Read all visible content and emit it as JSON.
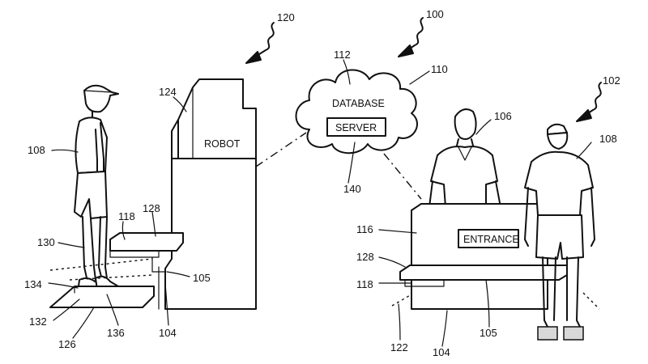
{
  "labels": {
    "robot": "ROBOT",
    "database": "DATABASE",
    "server": "SERVER",
    "entrance": "ENTRANCE"
  },
  "refs": {
    "r100": "100",
    "r102": "102",
    "r104a": "104",
    "r104b": "104",
    "r105a": "105",
    "r105b": "105",
    "r106": "106",
    "r108a": "108",
    "r108b": "108",
    "r110": "110",
    "r112": "112",
    "r116": "116",
    "r118a": "118",
    "r118b": "118",
    "r120": "120",
    "r122": "122",
    "r124": "124",
    "r126": "126",
    "r128a": "128",
    "r128b": "128",
    "r130": "130",
    "r132": "132",
    "r134": "134",
    "r136": "136",
    "r140": "140"
  }
}
